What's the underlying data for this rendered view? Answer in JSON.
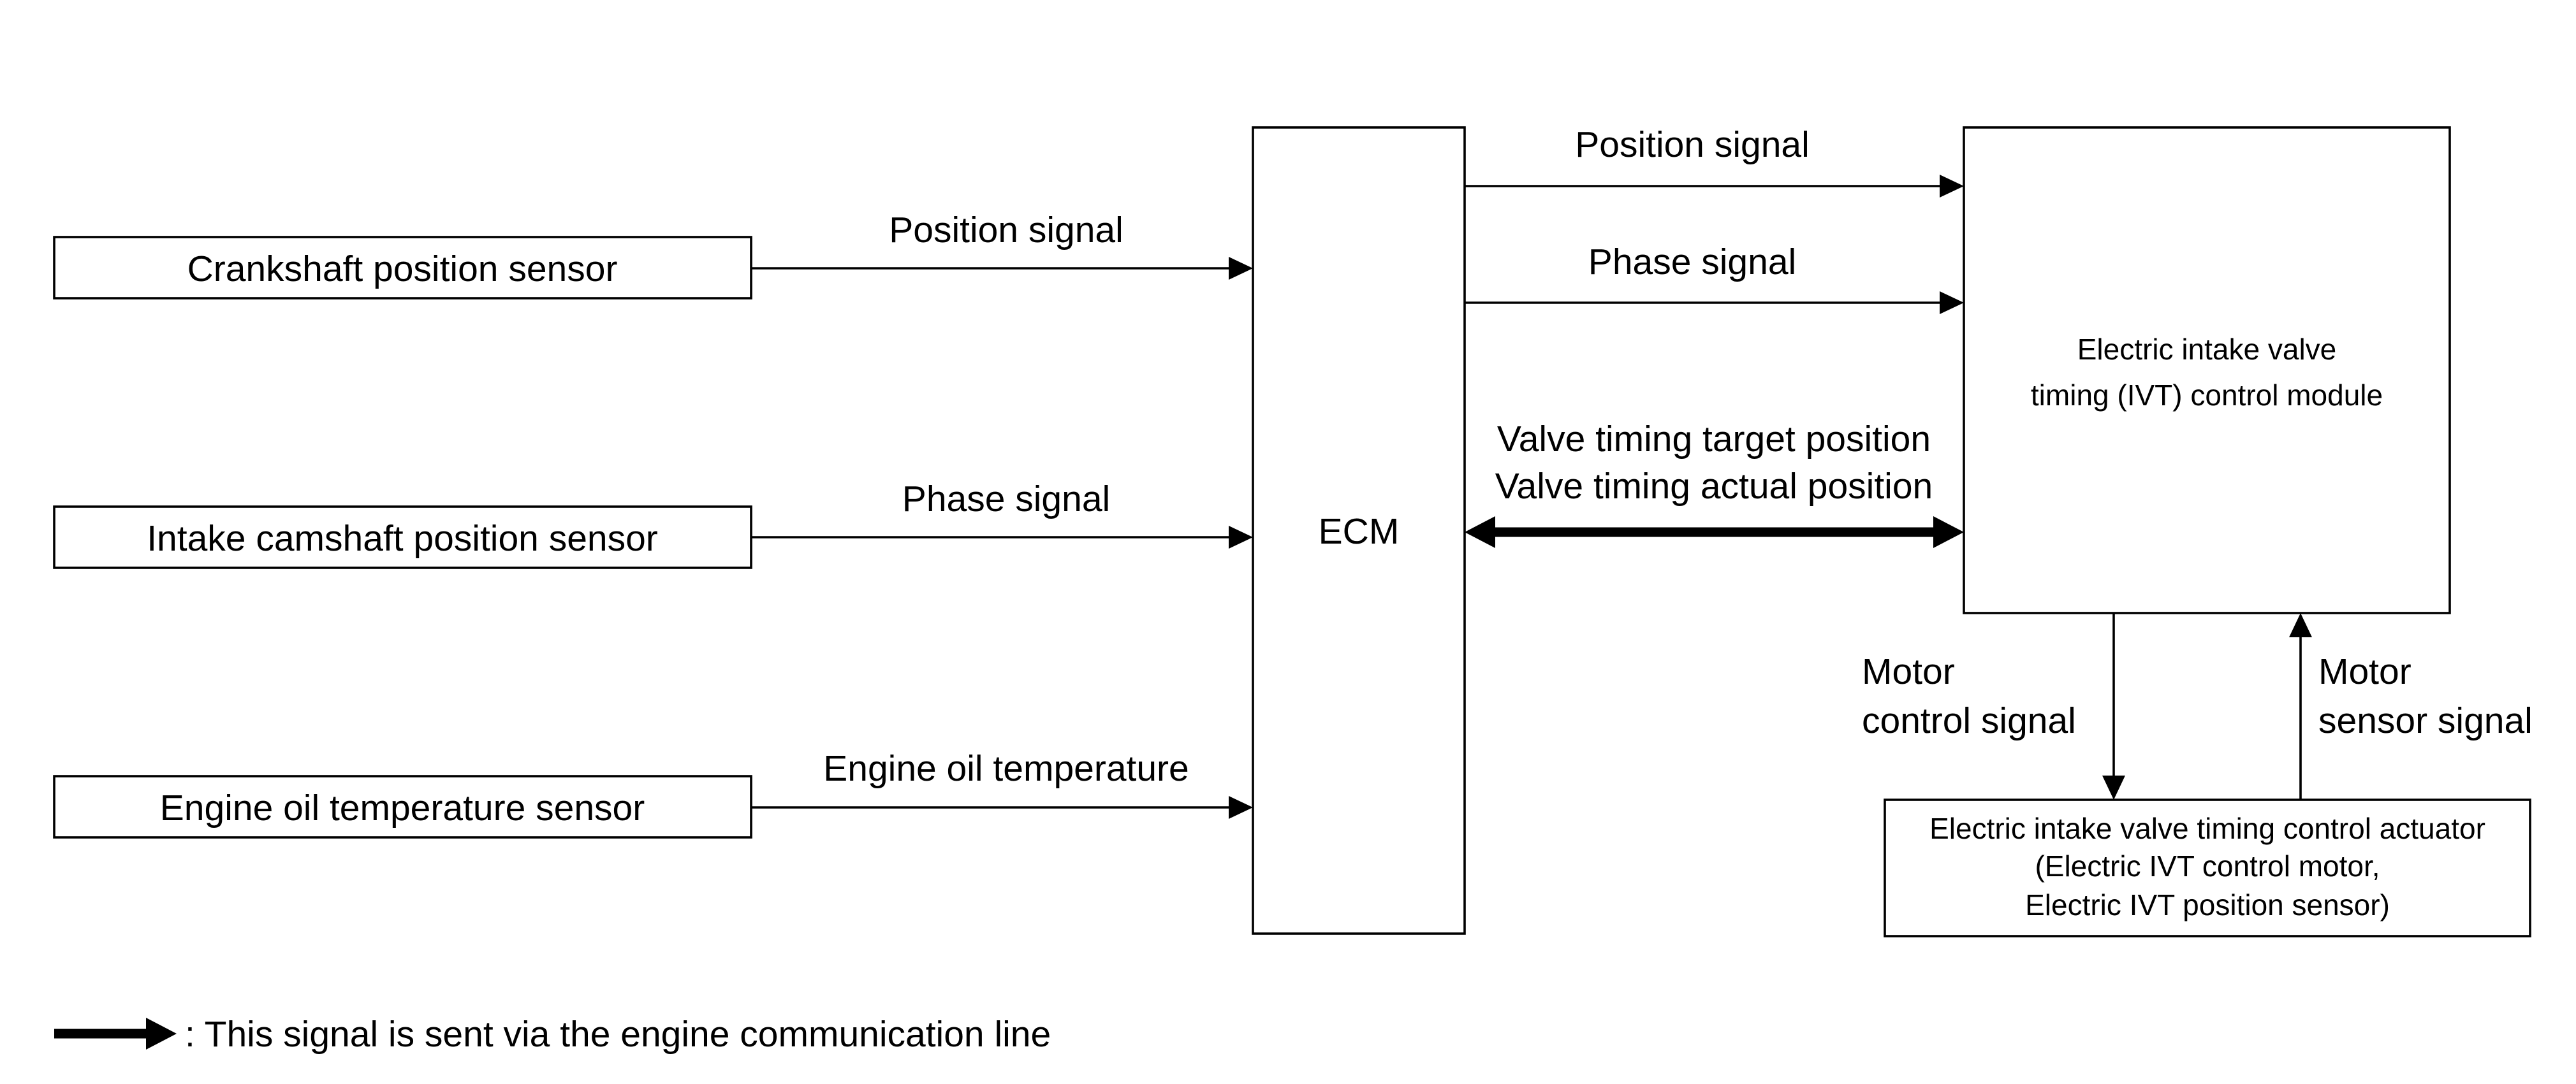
{
  "boxes": {
    "crankshaft_sensor": "Crankshaft position sensor",
    "camshaft_sensor": "Intake camshaft position sensor",
    "oil_temp_sensor": "Engine oil temperature sensor",
    "ecm": "ECM",
    "ivt_module_line1": "Electric intake valve",
    "ivt_module_line2": "timing (IVT) control module",
    "actuator_line1": "Electric intake valve timing control actuator",
    "actuator_line2": "(Electric IVT control motor,",
    "actuator_line3": "Electric IVT position sensor)"
  },
  "signals": {
    "crank_to_ecm": "Position signal",
    "cam_to_ecm": "Phase signal",
    "oil_to_ecm": "Engine oil temperature",
    "ecm_to_module_position": "Position signal",
    "ecm_to_module_phase": "Phase signal",
    "comm_line1": "Valve timing target position",
    "comm_line2": "Valve timing actual position",
    "motor_control_line1": "Motor",
    "motor_control_line2": "control signal",
    "motor_sensor_line1": "Motor",
    "motor_sensor_line2": "sensor signal"
  },
  "legend": {
    "text": ": This signal is sent via the engine communication line"
  },
  "colors": {
    "line": "#000000",
    "background": "#ffffff"
  }
}
